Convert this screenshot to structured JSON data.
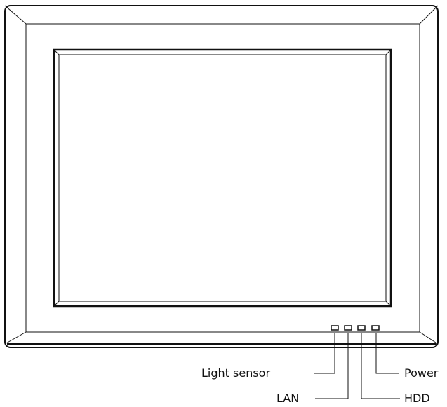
{
  "labels": {
    "light_sensor": "Light sensor",
    "lan": "LAN",
    "power": "Power",
    "hdd": "HDD"
  },
  "colors": {
    "stroke": "#111111",
    "background": "#ffffff"
  }
}
